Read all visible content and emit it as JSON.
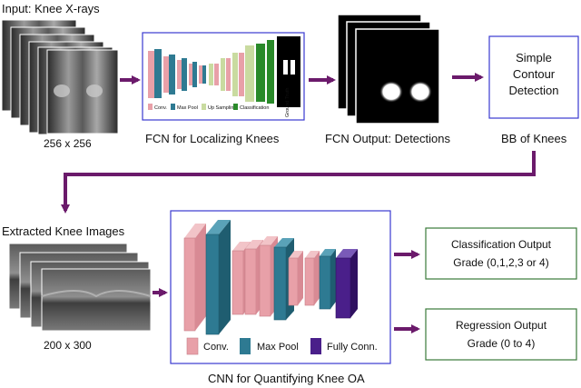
{
  "top_row": {
    "input_title": "Input: Knee X-rays",
    "input_size": "256 x 256",
    "fcn_caption": "FCN for Localizing Knees",
    "fcn_legend": [
      "Conv.",
      "Max Pool",
      "Up Sampling",
      "Classification"
    ],
    "ground_truth": "Ground Truth",
    "fcn_output_caption": "FCN Output: Detections",
    "contour_text": [
      "Simple",
      "Contour",
      "Detection"
    ],
    "bb_caption": "BB of Knees"
  },
  "bottom_row": {
    "extracted_title": "Extracted Knee Images",
    "extracted_size": "200 x 300",
    "cnn_caption": "CNN for Quantifying Knee OA",
    "cnn_legend": [
      "Conv.",
      "Max Pool",
      "Fully Conn."
    ],
    "classification_text": [
      "Classification Output",
      "Grade (0,1,2,3 or 4)"
    ],
    "regression_text": [
      "Regression Output",
      "Grade (0 to 4)"
    ]
  },
  "colors": {
    "arrow": "#6b1a6b",
    "blue_box": "#3a3ad0",
    "green_box": "#3a7a3a",
    "conv": "#e8a0a8",
    "pool": "#2e7a92",
    "upsample": "#c9dba0",
    "classification": "#2a8a2a",
    "fully_conn": "#4a1f8a"
  }
}
